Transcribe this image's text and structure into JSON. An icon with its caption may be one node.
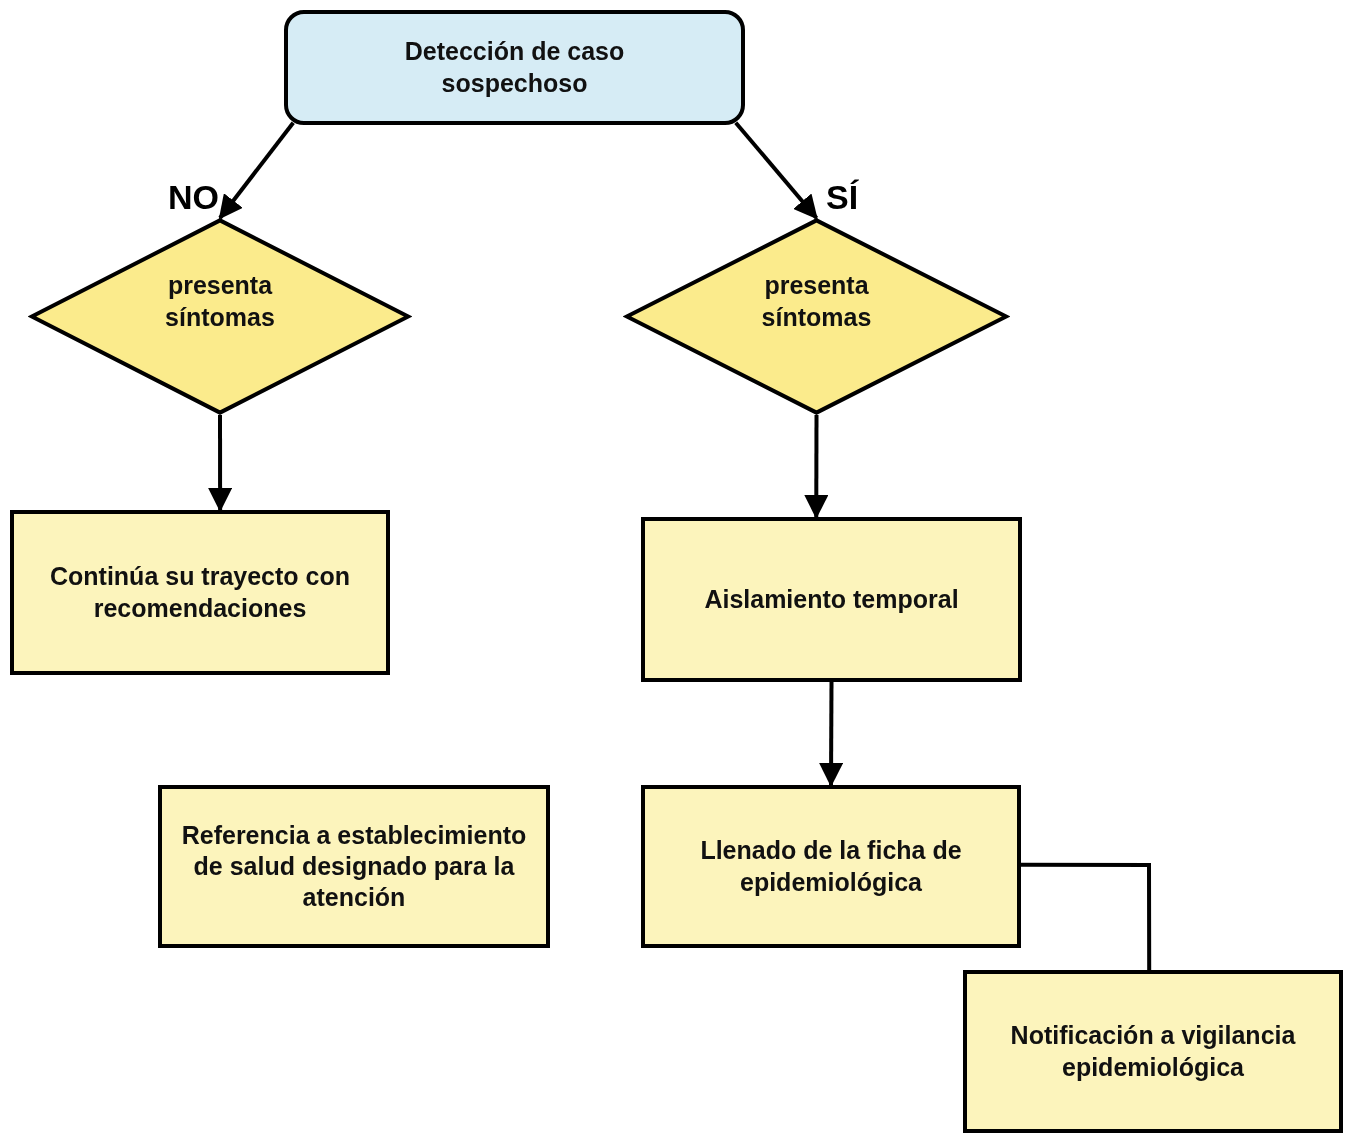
{
  "diagram": {
    "nodes": [
      {
        "text": [
          "Detección de caso sospechoso"
        ]
      },
      {
        "text": [
          "presenta síntomas"
        ]
      },
      {
        "text": [
          "presenta síntomas"
        ]
      },
      {
        "text": [
          "Continúa su trayecto con recomendaciones"
        ]
      },
      {
        "text": [
          "Referencia a establecimiento de salud designado para la atención"
        ]
      },
      {
        "text": [
          "Aislamiento temporal"
        ]
      },
      {
        "text": [
          "Llenado de la ficha de epidemiológica"
        ]
      },
      {
        "text": [
          "Notificación a vigilancia epidemiológica"
        ]
      }
    ],
    "edges": [
      {
        "from": 0,
        "to": 1,
        "arrow": "to",
        "label": "NO"
      },
      {
        "from": 0,
        "to": 2,
        "arrow": "to",
        "label": "SÍ"
      },
      {
        "from": 1,
        "to": 3,
        "arrow": "to"
      },
      {
        "from": 2,
        "to": 5,
        "arrow": "to"
      },
      {
        "from": 5,
        "to": 6,
        "arrow": "to"
      },
      {
        "from": 6,
        "to": 7,
        "arrow": "none"
      }
    ]
  }
}
